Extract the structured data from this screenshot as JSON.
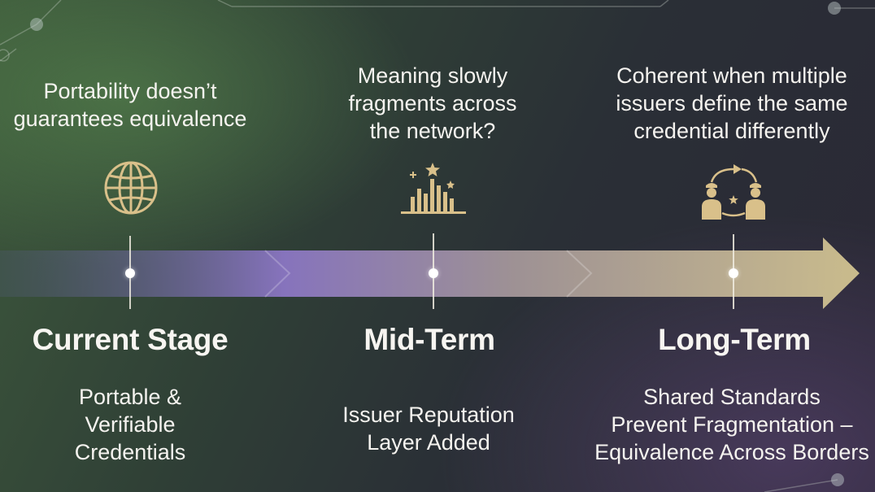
{
  "timeline": {
    "stages": [
      {
        "name": "Current Stage",
        "description": "Portable &\nVerifiable\nCredentials",
        "challenge": "Portability doesn’t\nguarantees equivalence",
        "icon": "globe-icon"
      },
      {
        "name": "Mid-Term",
        "description": "Issuer Reputation\nLayer Added",
        "challenge": "Meaning slowly\nfragments across\nthe network?",
        "icon": "bar-chart-stars-icon"
      },
      {
        "name": "Long-Term",
        "description": "Shared Standards\nPrevent Fragmentation –\nEquivalence Across Borders",
        "challenge": "Coherent when multiple\nissuers define the same\ncredential differently",
        "icon": "people-cycle-icon"
      }
    ]
  },
  "colors": {
    "arrow_start": "#6d6a9e",
    "arrow_mid": "#8e78c8",
    "arrow_end": "#d7c893",
    "icon_gold": "#d9c08a"
  }
}
